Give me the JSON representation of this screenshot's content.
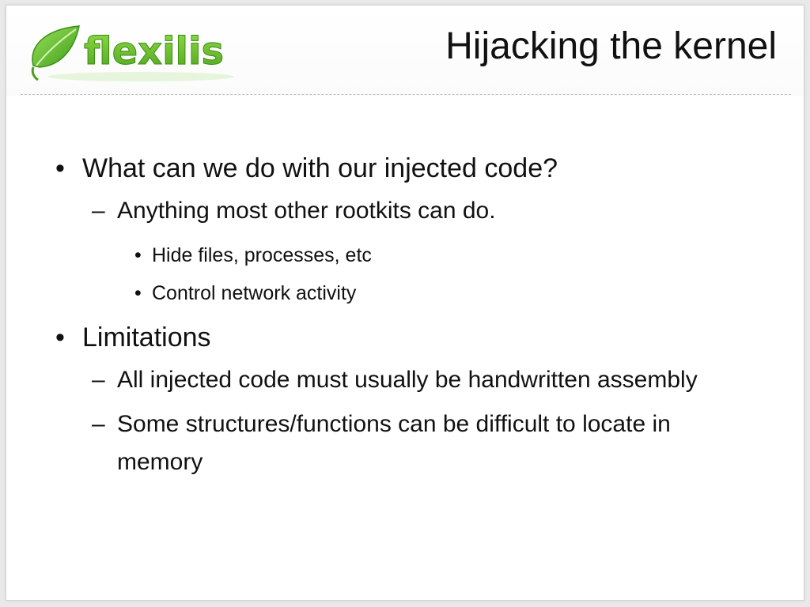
{
  "logo": {
    "text": "flexilis",
    "icon": "leaf-icon",
    "colors": {
      "leaf": "#5db82b",
      "text": "#6fbf2f"
    }
  },
  "title": "Hijacking the kernel",
  "bullets": [
    {
      "text": "What can we do with our injected code?",
      "sub": [
        {
          "text": "Anything most other rootkits can do.",
          "sub": [
            {
              "text": "Hide files, processes, etc"
            },
            {
              "text": "Control network activity"
            }
          ]
        }
      ]
    },
    {
      "text": "Limitations",
      "sub": [
        {
          "text": "All injected code must usually be handwritten assembly"
        },
        {
          "text": "Some structures/functions can be difficult to locate in memory"
        }
      ]
    }
  ],
  "glyphs": {
    "bullet": "•",
    "dash": "–"
  }
}
